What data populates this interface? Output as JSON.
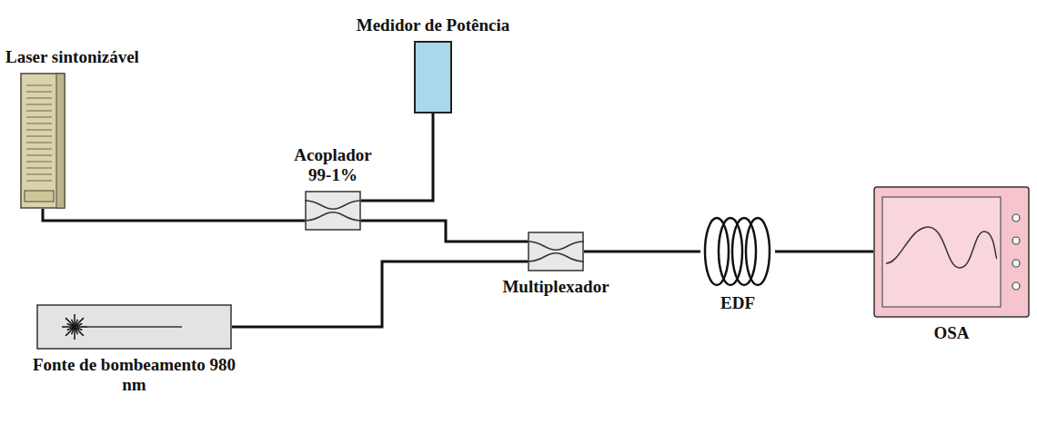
{
  "diagram": {
    "nodes": [
      {
        "text": [
          "Laser sintonizável"
        ]
      },
      {
        "text": [
          "Medidor de Potência"
        ]
      },
      {
        "text": [
          "Acoplador 99-1%"
        ]
      },
      {
        "text": [
          "Multiplexador"
        ]
      },
      {
        "text": [
          "EDF"
        ]
      },
      {
        "text": [
          "OSA"
        ]
      },
      {
        "text": [
          "Fonte de bombeamento 980 nm"
        ]
      }
    ],
    "edges": [
      {
        "from": 0,
        "to": 2,
        "arrow": "none"
      },
      {
        "from": 2,
        "to": 1,
        "arrow": "none"
      },
      {
        "from": 2,
        "to": 3,
        "arrow": "none"
      },
      {
        "from": 6,
        "to": 3,
        "arrow": "none"
      },
      {
        "from": 3,
        "to": 4,
        "arrow": "none"
      },
      {
        "from": 4,
        "to": 5,
        "arrow": "none"
      }
    ]
  }
}
